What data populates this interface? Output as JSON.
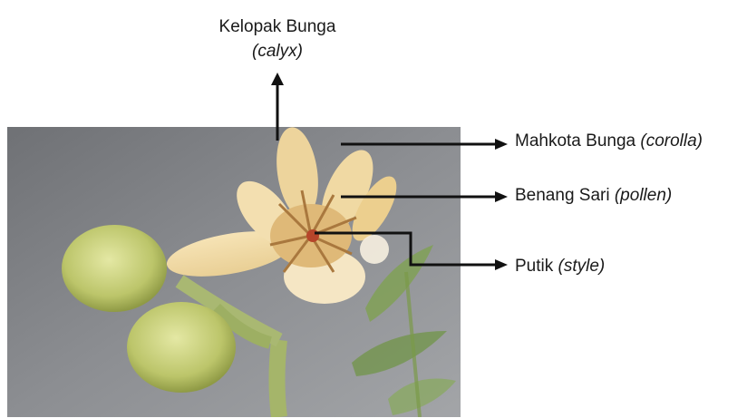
{
  "labels": {
    "calyx": {
      "name": "Kelopak Bunga",
      "latin": "(calyx)"
    },
    "corolla": {
      "name": "Mahkota Bunga",
      "latin": "(corolla)"
    },
    "pollen": {
      "name": "Benang Sari",
      "latin": "(pollen)"
    },
    "style": {
      "name": "Putik",
      "latin": "(style)"
    }
  },
  "colors": {
    "arrow": "#111111",
    "background": "#8a8c90",
    "petal": "#f1dcae",
    "bud": "#c9d27a",
    "leaf": "#7ea24c"
  }
}
